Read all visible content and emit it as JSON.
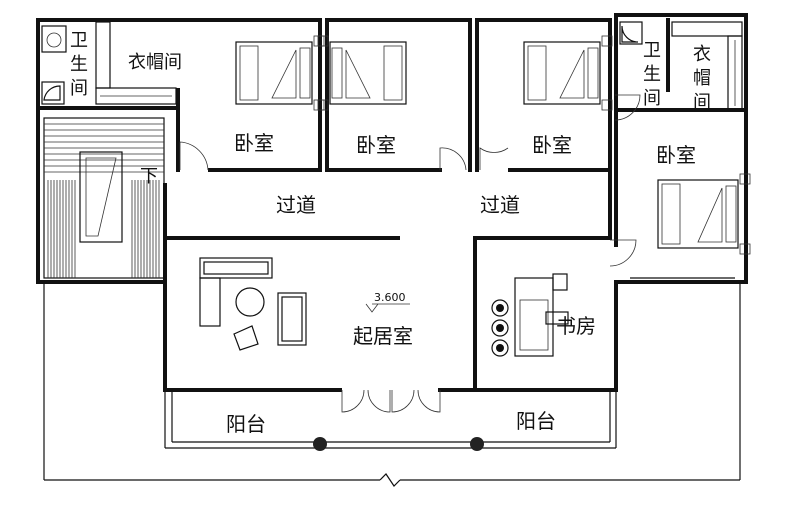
{
  "rooms": {
    "bathroom_left": "卫生间",
    "closet_left": "衣帽间",
    "bedroom_1": "卧室",
    "bedroom_2": "卧室",
    "bedroom_3": "卧室",
    "bathroom_right": "卫生间",
    "closet_right": "衣帽间",
    "bedroom_4": "卧室",
    "stair_down": "下",
    "corridor_left": "过道",
    "corridor_right": "过道",
    "living_room": "起居室",
    "study": "书房",
    "balcony_left": "阳台",
    "balcony_right": "阳台"
  },
  "elevation_mark": "3.600"
}
